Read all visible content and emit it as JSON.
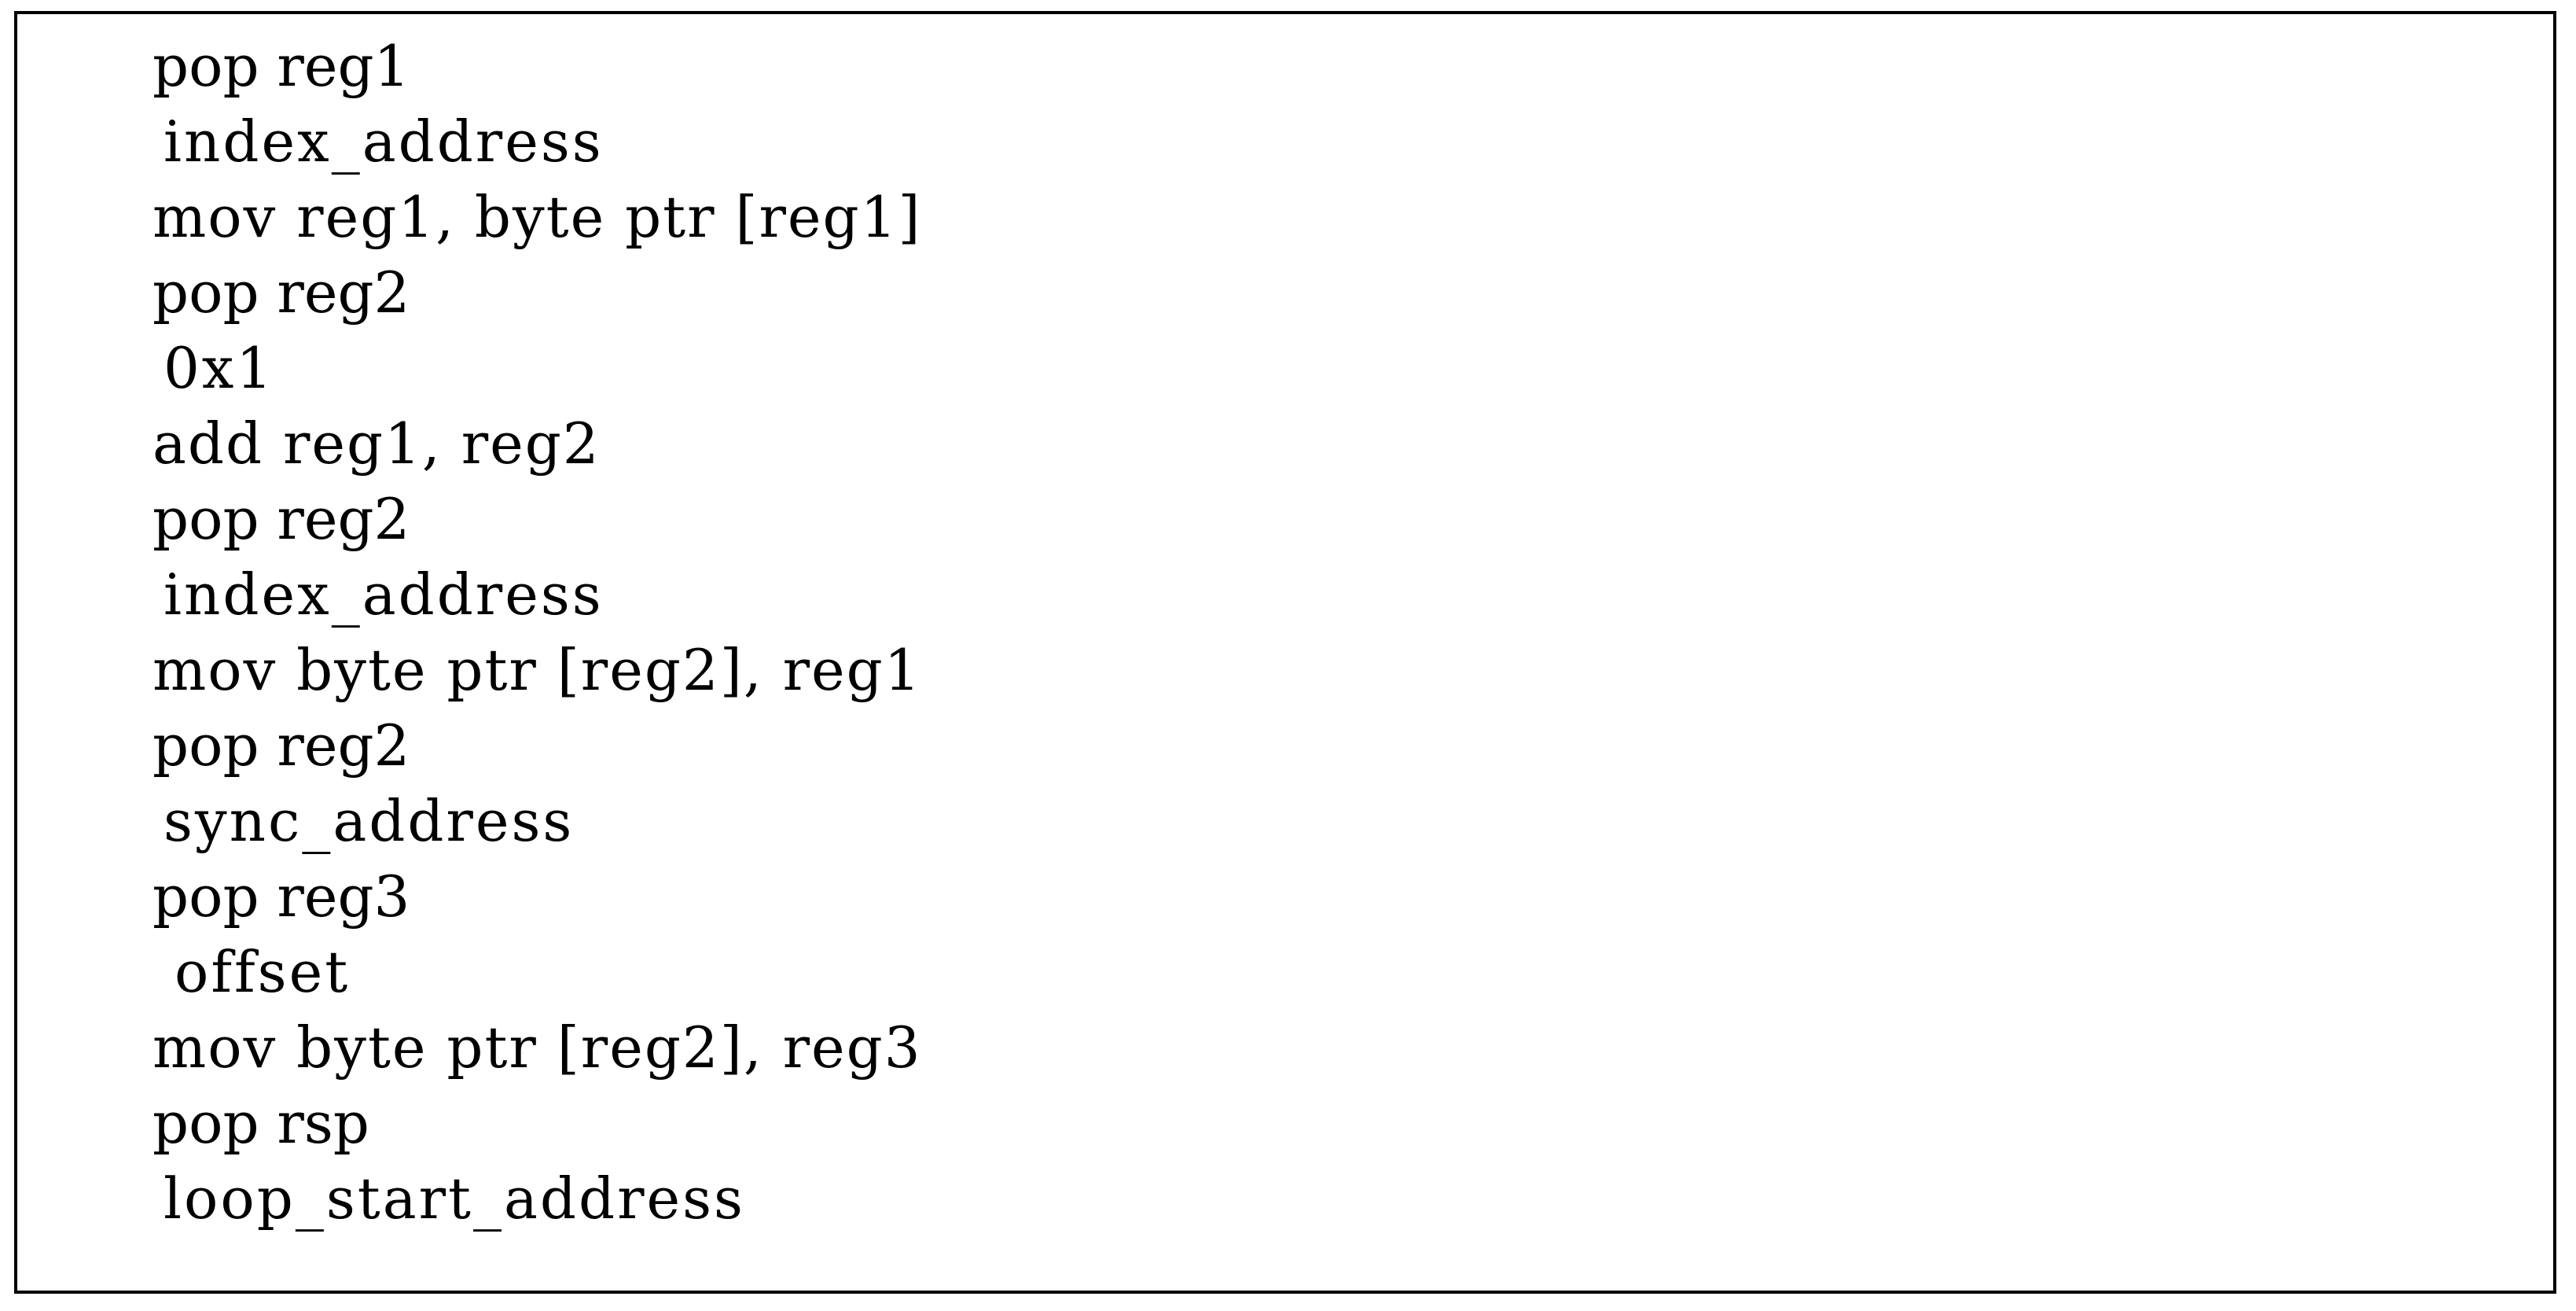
{
  "figure": {
    "kind": "code-listing",
    "language": "x86-assembly",
    "border_color": "#000000",
    "background_color": "#ffffff",
    "text_color": "#000000",
    "line_count": 16
  },
  "listing": {
    "lines": [
      {
        "text": "pop reg1",
        "kind": "instruction"
      },
      {
        "text": "index_address",
        "kind": "operand"
      },
      {
        "text": "mov reg1, byte ptr [reg1]",
        "kind": "instruction-wide"
      },
      {
        "text": "pop reg2",
        "kind": "instruction"
      },
      {
        "text": "0x1",
        "kind": "operand"
      },
      {
        "text": "add reg1, reg2",
        "kind": "instruction-wide"
      },
      {
        "text": "pop reg2",
        "kind": "instruction"
      },
      {
        "text": "index_address",
        "kind": "operand"
      },
      {
        "text": "mov byte ptr [reg2], reg1",
        "kind": "instruction-wide"
      },
      {
        "text": "pop reg2",
        "kind": "instruction"
      },
      {
        "text": "sync_address",
        "kind": "operand"
      },
      {
        "text": "pop reg3",
        "kind": "instruction"
      },
      {
        "text": "offset",
        "kind": "operand-deep"
      },
      {
        "text": "mov byte ptr [reg2], reg3",
        "kind": "instruction-wide"
      },
      {
        "text": "pop rsp",
        "kind": "instruction"
      },
      {
        "text": "loop_start_address",
        "kind": "operand"
      }
    ]
  }
}
